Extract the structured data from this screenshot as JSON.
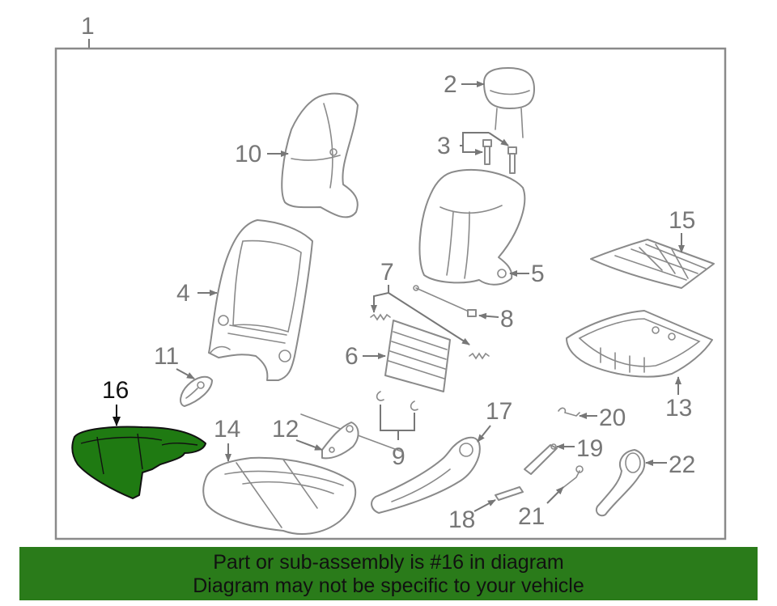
{
  "diagram": {
    "frame_label": "1",
    "highlight_color": "#1f7a12",
    "parts": [
      {
        "id": "headrest",
        "label": "2"
      },
      {
        "id": "headrest-guide",
        "label": "3"
      },
      {
        "id": "seatback-frame",
        "label": "4"
      },
      {
        "id": "seatback-pad",
        "label": "5"
      },
      {
        "id": "lumbar-support",
        "label": "6"
      },
      {
        "id": "spring",
        "label": "7"
      },
      {
        "id": "wire",
        "label": "8"
      },
      {
        "id": "clip",
        "label": "9"
      },
      {
        "id": "seatback-cover",
        "label": "10"
      },
      {
        "id": "recliner-cover",
        "label": "11"
      },
      {
        "id": "recliner-assembly",
        "label": "12"
      },
      {
        "id": "cushion-frame",
        "label": "13"
      },
      {
        "id": "cushion-pad",
        "label": "14"
      },
      {
        "id": "cushion-spring-mat",
        "label": "15"
      },
      {
        "id": "cushion-cover",
        "label": "16",
        "highlighted": true
      },
      {
        "id": "side-trim",
        "label": "17"
      },
      {
        "id": "lever-small",
        "label": "18"
      },
      {
        "id": "bracket",
        "label": "19"
      },
      {
        "id": "hook",
        "label": "20"
      },
      {
        "id": "link",
        "label": "21"
      },
      {
        "id": "knob",
        "label": "22"
      }
    ]
  },
  "banner": {
    "background": "#2a7b1a",
    "line1": "Part or sub-assembly is #16 in diagram",
    "line2": "Diagram may not be specific to your vehicle"
  }
}
